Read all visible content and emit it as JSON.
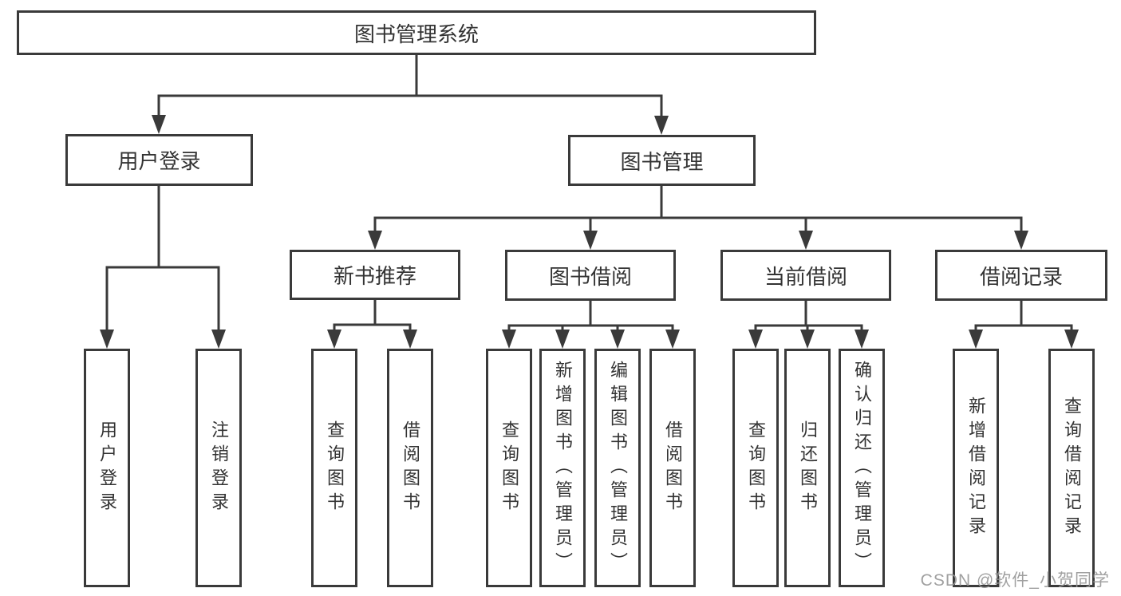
{
  "tree": {
    "root": {
      "label": "图书管理系统"
    },
    "branches": [
      {
        "label": "用户登录",
        "children": [
          {
            "label": "用户登录"
          },
          {
            "label": "注销登录"
          }
        ]
      },
      {
        "label": "图书管理",
        "children": [
          {
            "label": "新书推荐",
            "children": [
              {
                "label": "查询图书"
              },
              {
                "label": "借阅图书"
              }
            ]
          },
          {
            "label": "图书借阅",
            "children": [
              {
                "label": "查询图书"
              },
              {
                "label": "新增图书（管理员）"
              },
              {
                "label": "编辑图书（管理员）"
              },
              {
                "label": "借阅图书"
              }
            ]
          },
          {
            "label": "当前借阅",
            "children": [
              {
                "label": "查询图书"
              },
              {
                "label": "归还图书"
              },
              {
                "label": "确认归还（管理员）"
              }
            ]
          },
          {
            "label": "借阅记录",
            "children": [
              {
                "label": "新增借阅记录"
              },
              {
                "label": "查询借阅记录"
              }
            ]
          }
        ]
      }
    ]
  },
  "watermark": {
    "text": "CSDN @软件_小贺同学"
  },
  "colors": {
    "line": "#3a3a3a",
    "box_border": "#3a3a3a",
    "text": "#333333",
    "watermark": "#969696",
    "background": "#ffffff"
  }
}
